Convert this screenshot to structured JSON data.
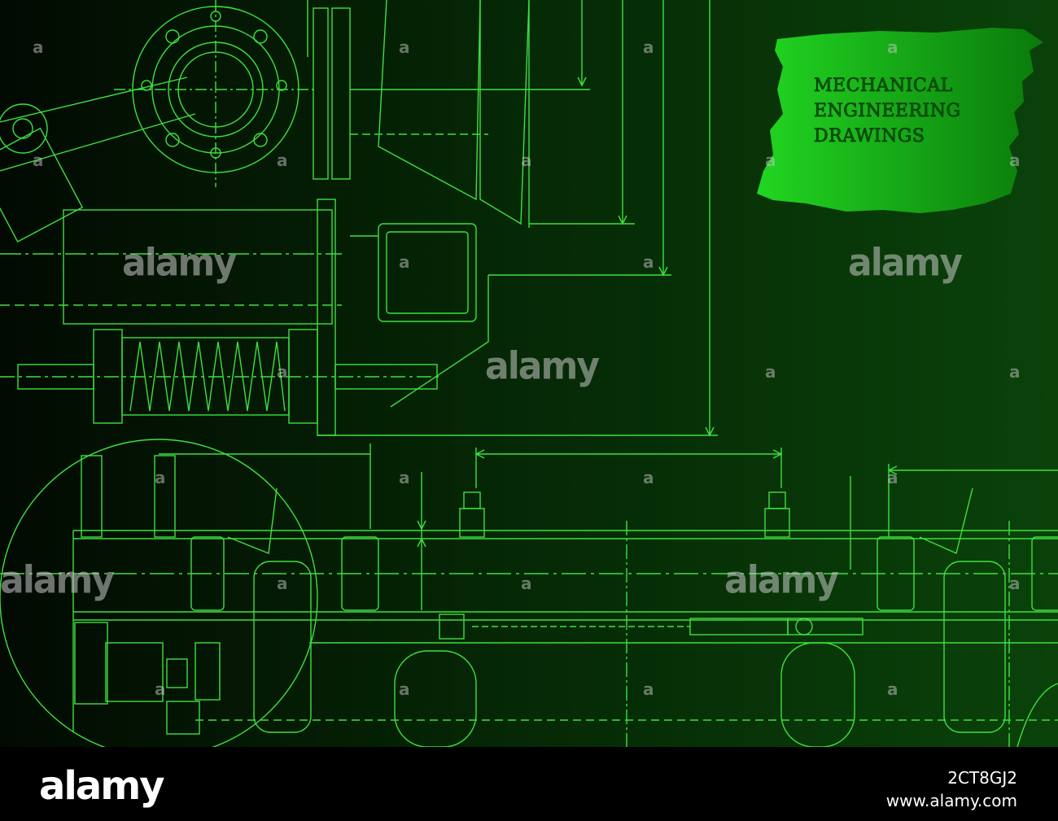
{
  "title_lines": [
    "MECHANICAL",
    "ENGINEERING",
    "DRAWINGS"
  ],
  "watermark": {
    "large": "alamy",
    "small": "a"
  },
  "footer": {
    "logo": "alamy",
    "image_id": "2CT8GJ2",
    "url": "www.alamy.com"
  },
  "colors": {
    "line": "#3ee03e",
    "line_dim": "#1f9a1f",
    "badge_light": "#22d622",
    "badge_dark": "#0a7a0a",
    "background_dark": "#020a02",
    "background_light": "#0a420a"
  }
}
